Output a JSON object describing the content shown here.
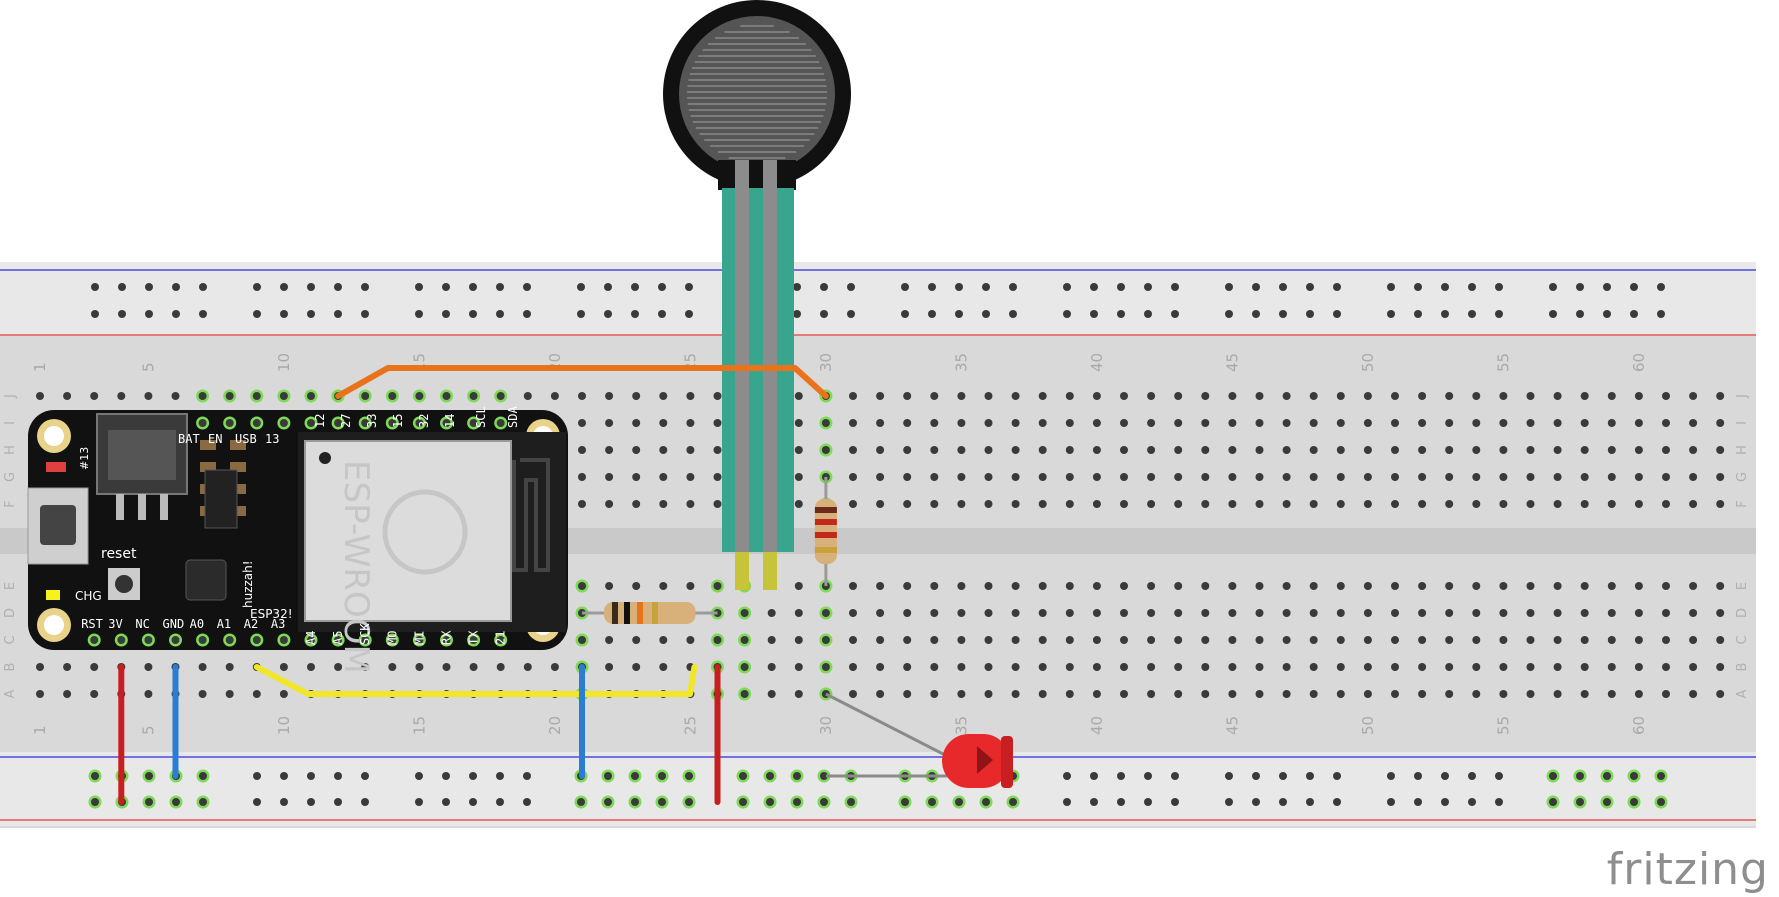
{
  "brand": {
    "text": "fritzing"
  },
  "breadboard": {
    "column_numbers": [
      "1",
      "5",
      "10",
      "15",
      "20",
      "25",
      "30",
      "35",
      "40",
      "45",
      "50",
      "55",
      "60"
    ],
    "row_letters_top": [
      "J",
      "I",
      "H",
      "G",
      "F"
    ],
    "row_letters_bottom": [
      "E",
      "D",
      "C",
      "B",
      "A"
    ],
    "colors": {
      "board": "#d9d9d9",
      "rail": "#e8e8e8",
      "hole": "#3a3a3a",
      "active_hole": "#7ed957",
      "red_line": "#e23b3b",
      "blue_line": "#2a2ae0"
    }
  },
  "board": {
    "name": "ESP32 Feather",
    "top_pins": [
      "BAT",
      "EN",
      "USB",
      "13",
      "12",
      "27",
      "33",
      "15",
      "32",
      "14",
      "SCL",
      "SDA"
    ],
    "bottom_pins": [
      "RST",
      "3V",
      "NC",
      "GND",
      "A0",
      "A1",
      "A2",
      "A3",
      "A4",
      "A5",
      "SCK",
      "MO",
      "MI",
      "RX",
      "TX",
      "21"
    ],
    "labels": {
      "reset": "reset",
      "chg": "CHG",
      "led13": "#13",
      "huzzah": "huzzah!",
      "esp32": "ESP32!",
      "module": "ESP-WROOM"
    }
  },
  "wires": {
    "colors": {
      "orange": "#e8731a",
      "yellow": "#f2e629",
      "red": "#c81e1e",
      "blue": "#2b7cd3",
      "gray": "#8a8a8a"
    }
  },
  "components": {
    "sensor": "force-sensitive-resistor",
    "led_color": "#e8292b"
  }
}
